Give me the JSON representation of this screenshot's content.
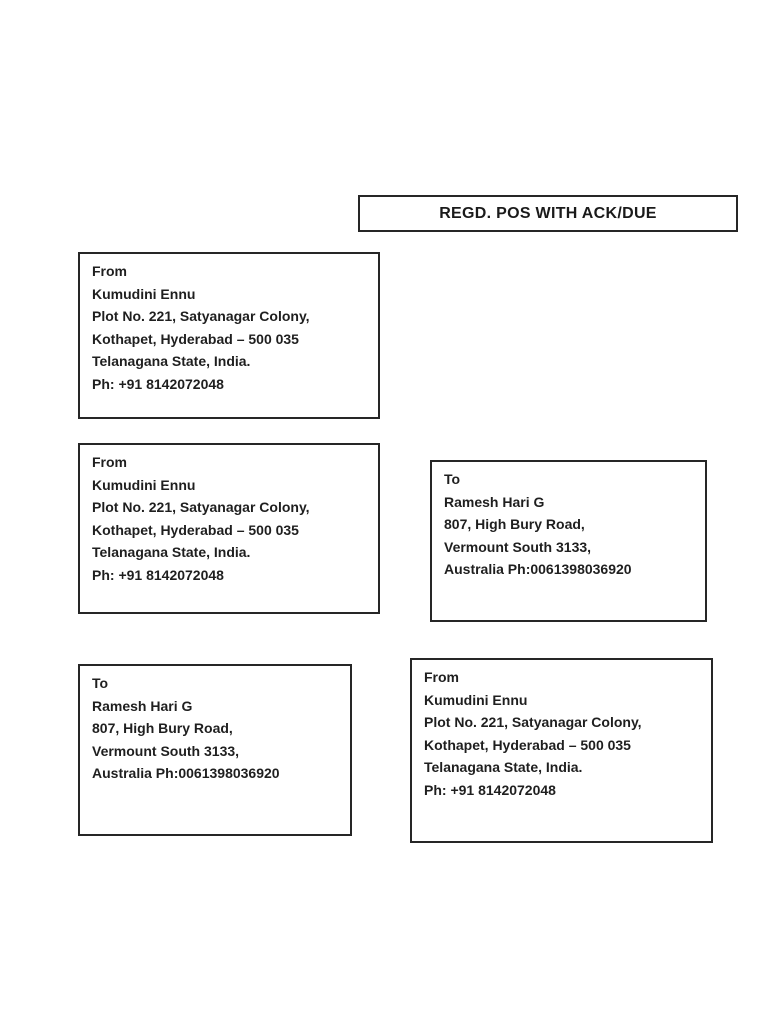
{
  "header": {
    "title": "REGD. POS WITH ACK/DUE"
  },
  "from_address": {
    "lines": [
      "From",
      "Kumudini Ennu",
      "Plot No. 221, Satyanagar Colony,",
      "Kothapet, Hyderabad – 500 035",
      "Telanagana State, India.",
      "Ph: +91 8142072048"
    ]
  },
  "to_address": {
    "lines": [
      "To",
      "Ramesh Hari G",
      "807, High Bury Road,",
      "Vermount South 3133,",
      "Australia Ph:0061398036920"
    ]
  },
  "colors": {
    "page_background": "#ffffff",
    "border": "#262626",
    "text": "#1f1f1f"
  }
}
